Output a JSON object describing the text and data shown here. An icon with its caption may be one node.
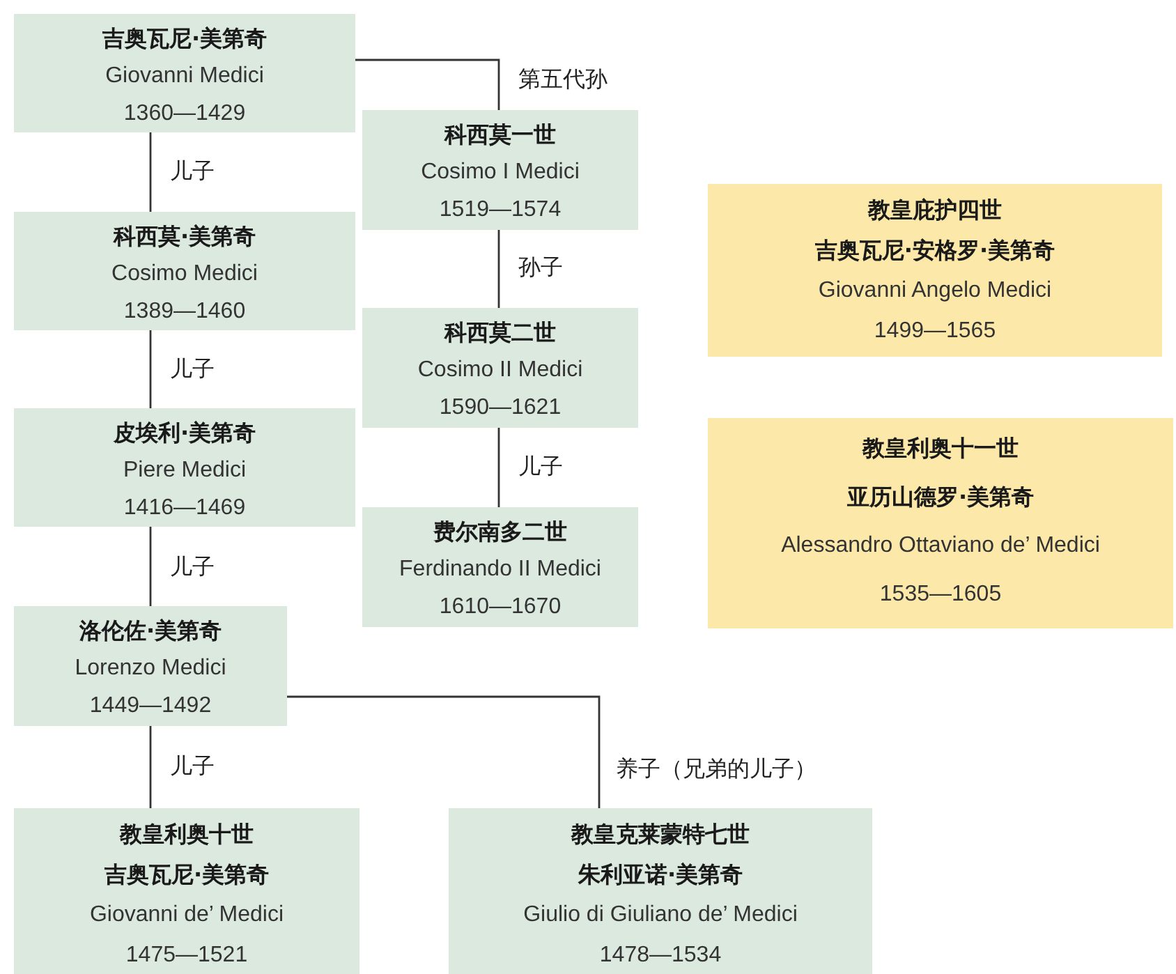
{
  "diagram": {
    "nodes": [
      {
        "text": [
          "吉奥瓦尼·美第奇",
          "Giovanni Medici",
          "1360—1429"
        ]
      },
      {
        "text": [
          "科西莫·美第奇",
          "Cosimo Medici",
          "1389—1460"
        ]
      },
      {
        "text": [
          "皮埃利·美第奇",
          "Piere Medici",
          "1416—1469"
        ]
      },
      {
        "text": [
          "洛伦佐·美第奇",
          "Lorenzo Medici",
          "1449—1492"
        ]
      },
      {
        "text": [
          "教皇利奥十世",
          "吉奥瓦尼·美第奇",
          "Giovanni de’ Medici",
          "1475—1521"
        ]
      },
      {
        "text": [
          "教皇克莱蒙特七世",
          "朱利亚诺·美第奇",
          "Giulio di Giuliano de’ Medici",
          "1478—1534"
        ]
      },
      {
        "text": [
          "科西莫一世",
          "Cosimo I Medici",
          "1519—1574"
        ]
      },
      {
        "text": [
          "科西莫二世",
          "Cosimo II Medici",
          "1590—1621"
        ]
      },
      {
        "text": [
          "费尔南多二世",
          "Ferdinando II Medici",
          "1610—1670"
        ]
      },
      {
        "text": [
          "教皇庇护四世",
          "吉奥瓦尼·安格罗·美第奇",
          "Giovanni Angelo Medici",
          "1499—1565"
        ]
      },
      {
        "text": [
          "教皇利奥十一世",
          "亚历山德罗·美第奇",
          "Alessandro Ottaviano de’ Medici",
          "1535—1605"
        ]
      }
    ],
    "edges": [
      {
        "from": 0,
        "to": 1,
        "arrow": "none",
        "label": "儿子"
      },
      {
        "from": 1,
        "to": 2,
        "arrow": "none",
        "label": "儿子"
      },
      {
        "from": 2,
        "to": 3,
        "arrow": "none",
        "label": "儿子"
      },
      {
        "from": 3,
        "to": 4,
        "arrow": "none",
        "label": "儿子"
      },
      {
        "from": 3,
        "to": 5,
        "arrow": "none",
        "label": "养子（兄弟的儿子）"
      },
      {
        "from": 0,
        "to": 6,
        "arrow": "none",
        "label": "第五代孙"
      },
      {
        "from": 6,
        "to": 7,
        "arrow": "none",
        "label": "孙子"
      },
      {
        "from": 7,
        "to": 8,
        "arrow": "none",
        "label": "儿子"
      }
    ]
  }
}
